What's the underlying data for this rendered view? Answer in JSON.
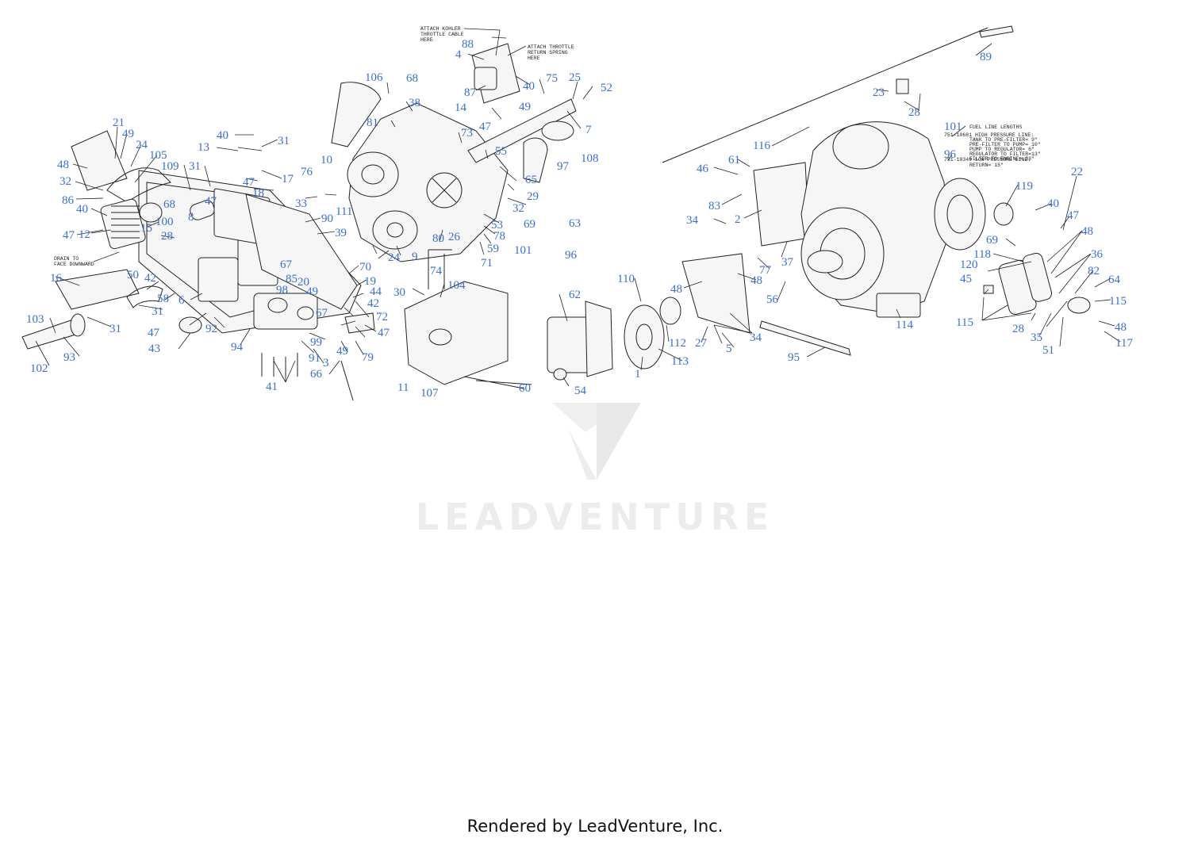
{
  "watermark": "LEADVENTURE",
  "footer": "Rendered by LeadVenture, Inc.",
  "notes": {
    "kohler_cable": [
      "ATTACH KOHLER",
      "THROTTLE CABLE",
      "HERE"
    ],
    "return_spring": [
      "ATTACH THROTTLE",
      "RETURN SPRING",
      "HERE"
    ],
    "drain": [
      "DRAIN TO",
      "FACE DOWNWARD"
    ],
    "fuel_lines": [
      "FUEL LINE LENGTHS",
      "751-10681  HIGH PRESSURE LINE:",
      "TANK TO PRE-FILTER= 9\"",
      "PRE-FILTER TO PUMP= 10\"",
      "PUMP TO REGULATOR= 6\"",
      "REGULATOR TO FILTER=13\"",
      "FILTER TO ENGINE= 33\"",
      "751-10349  LOW PRESSURE LINE:",
      "RETURN= 15\""
    ]
  },
  "callouts": [
    "1",
    "2",
    "3",
    "4",
    "5",
    "6",
    "7",
    "8",
    "9",
    "10",
    "11",
    "12",
    "13",
    "14",
    "15",
    "16",
    "17",
    "18",
    "19",
    "20",
    "21",
    "22",
    "23",
    "24",
    "25",
    "26",
    "27",
    "28",
    "29",
    "30",
    "31",
    "32",
    "33",
    "34",
    "35",
    "36",
    "37",
    "38",
    "39",
    "40",
    "41",
    "42",
    "43",
    "44",
    "45",
    "46",
    "47",
    "48",
    "49",
    "50",
    "51",
    "52",
    "53",
    "54",
    "55",
    "56",
    "58",
    "59",
    "60",
    "61",
    "62",
    "63",
    "64",
    "65",
    "66",
    "67",
    "68",
    "69",
    "70",
    "71",
    "72",
    "73",
    "74",
    "75",
    "76",
    "77",
    "78",
    "79",
    "80",
    "81",
    "82",
    "83",
    "85",
    "86",
    "87",
    "88",
    "89",
    "90",
    "91",
    "92",
    "93",
    "94",
    "95",
    "96",
    "97",
    "98",
    "99",
    "100",
    "101",
    "103",
    "102",
    "104",
    "105",
    "106",
    "107",
    "108",
    "109",
    "110",
    "111",
    "112",
    "113",
    "114",
    "115",
    "116",
    "117",
    "118",
    "119",
    "120"
  ]
}
